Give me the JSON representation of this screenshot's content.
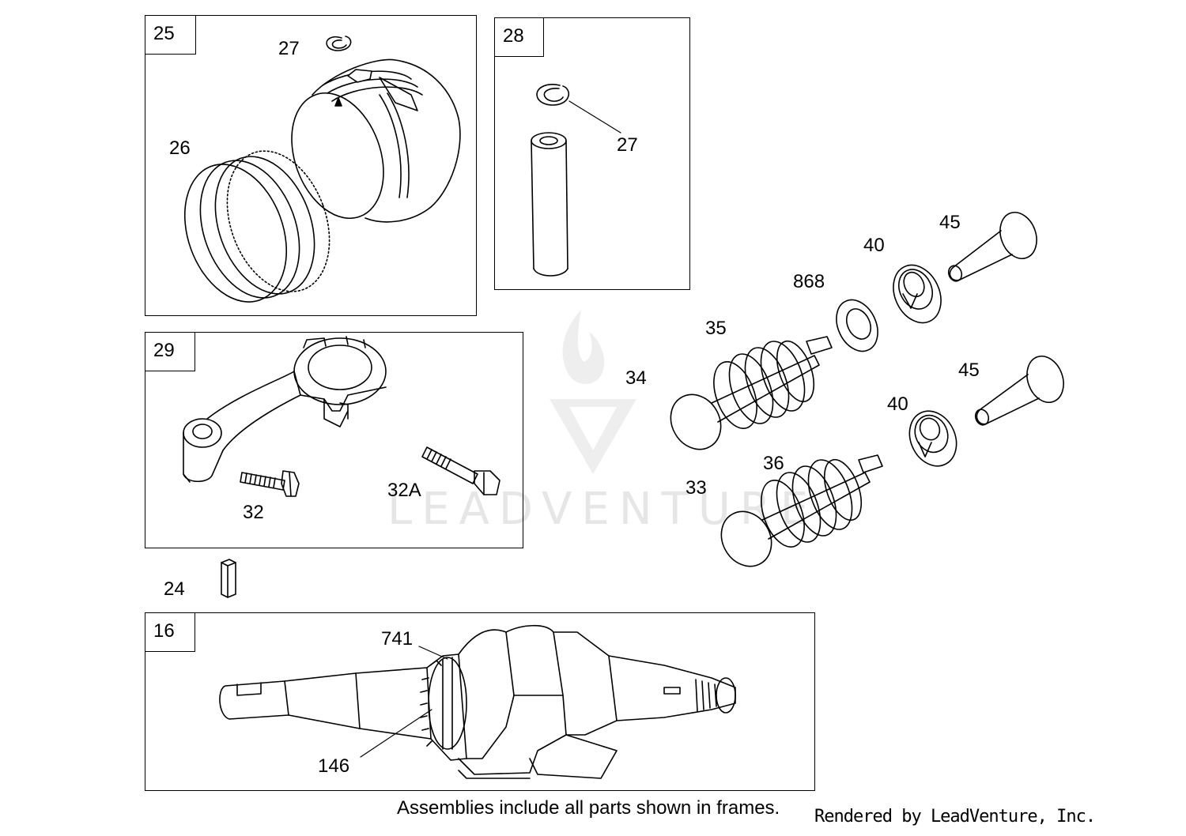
{
  "frames": {
    "f25": "25",
    "f28": "28",
    "f29": "29",
    "f16": "16"
  },
  "callouts": {
    "c27a": "27",
    "c26": "26",
    "c27b": "27",
    "c45a": "45",
    "c40a": "40",
    "c868": "868",
    "c35": "35",
    "c34": "34",
    "c45b": "45",
    "c40b": "40",
    "c36": "36",
    "c33": "33",
    "c32": "32",
    "c32A": "32A",
    "c24": "24",
    "c741": "741",
    "c146": "146"
  },
  "watermark": "LEADVENTURE",
  "footer": {
    "note": "Assemblies include all parts shown in frames.",
    "credit": "Rendered by LeadVenture, Inc."
  }
}
